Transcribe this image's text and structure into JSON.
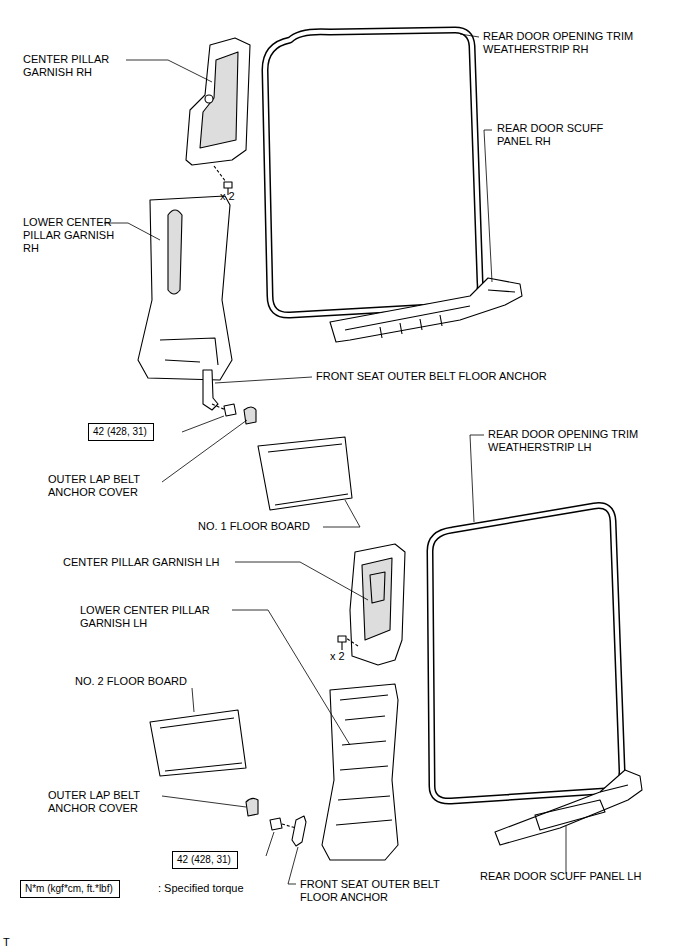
{
  "diagram": {
    "nodes": [
      {
        "text": [
          "42 (428, 31)"
        ]
      },
      {
        "text": [
          "42 (428, 31)"
        ]
      },
      {
        "text": [
          "N*m (kgf*cm, ft.*lbf)"
        ]
      }
    ],
    "labels": [
      "CENTER PILLAR GARNISH RH",
      "REAR DOOR OPENING TRIM WEATHERSTRIP RH",
      "REAR DOOR SCUFF PANEL RH",
      "x 2",
      "LOWER CENTER PILLAR GARNISH RH",
      "FRONT SEAT OUTER BELT FLOOR ANCHOR",
      "OUTER LAP BELT ANCHOR COVER",
      "REAR DOOR OPENING TRIM WEATHERSTRIP LH",
      "NO. 1 FLOOR BOARD",
      "CENTER PILLAR GARNISH LH",
      "LOWER CENTER PILLAR GARNISH LH",
      "x 2",
      "NO. 2 FLOOR BOARD",
      "OUTER LAP BELT ANCHOR COVER",
      "FRONT SEAT OUTER BELT FLOOR ANCHOR",
      "REAR DOOR SCUFF PANEL LH",
      ": Specified torque",
      "T"
    ]
  }
}
